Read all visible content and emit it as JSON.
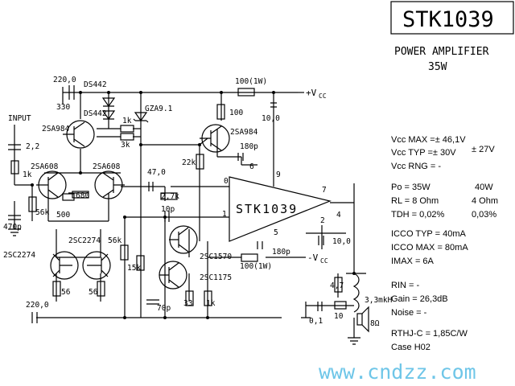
{
  "title": "STK1039",
  "subtitle_line1": "POWER AMPLIFIER",
  "subtitle_line2": "35W",
  "watermark": "www.cndzz.com",
  "ic_label": "STK1039",
  "supply_pos": "+V",
  "supply_pos_sub": "CC",
  "supply_neg": "-V",
  "supply_neg_sub": "CC",
  "input_label": "INPUT",
  "components": {
    "c_220_top": "220,0",
    "r_330": "330",
    "d_ds442_a": "DS442",
    "d_ds442_b": "DS442",
    "z_gza": "GZA9.1",
    "r_100_1w_top": "100(1W)",
    "r_100": "100",
    "c_10_top": "10,0",
    "r_1k_mid": "1k",
    "r_3k": "3k",
    "q_2sa984_left": "2SA984",
    "q_2sa984_right": "2SA984",
    "c_180p_top": "180p",
    "r_22k": "22k",
    "c_2_2": "2,2",
    "r_1k_in": "1k",
    "q_2sa608_a": "2SA608",
    "q_2sa608_b": "2SA608",
    "c_47_0": "47,0",
    "r_2_7k": "2,7k",
    "r_680": "680",
    "r_56k_in": "56k",
    "r_500": "500",
    "c_470p": "470p",
    "c_10p": "10p",
    "q_2sc2274_a": "2SC2274",
    "q_2sc2274_b": "2SC2274",
    "r_56k_mid": "56k",
    "r_15k": "15k",
    "q_2sc1570": "2SC1570",
    "q_2sc1175": "2SC1175",
    "r_100_1w_bot": "100(1W)",
    "c_180p_bot": "180p",
    "c_10_bot": "10,0",
    "r_56_a": "56",
    "r_56_b": "56",
    "c_70p": "70p",
    "r_33": "33",
    "r_1k_bot": "1k",
    "c_220_bot": "220,0",
    "r_4_7": "4,7",
    "l_3_3mkh": "3,3mkH",
    "c_0_1": "0,1",
    "r_10": "10",
    "spk_8ohm": "8Ω"
  },
  "pins": [
    "0",
    "6",
    "9",
    "7",
    "4",
    "1",
    "2",
    "5"
  ],
  "specs": {
    "vcc_max": "Vcc MAX =± 46,1V",
    "vcc_typ": "Vcc TYP =± 30V",
    "vcc_typ_alt": "± 27V",
    "vcc_rng": "Vcc RNG =   -",
    "po": "Po  = 35W",
    "po_alt": "40W",
    "rl": "RL  = 8 Ohm",
    "rl_alt": "4 Ohm",
    "tdh": "TDH = 0,02%",
    "tdh_alt": "0,03%",
    "icco_typ": "ICCO TYP = 40mA",
    "icco_max": "ICCO MAX = 80mA",
    "imax": "IMAX  =    6A",
    "rin": "RIN   =  -",
    "gain": "Gain  = 26,3dB",
    "noise": "Noise =   -",
    "rth": "RTHJ-C = 1,85C/W",
    "case": "Case       H02"
  }
}
